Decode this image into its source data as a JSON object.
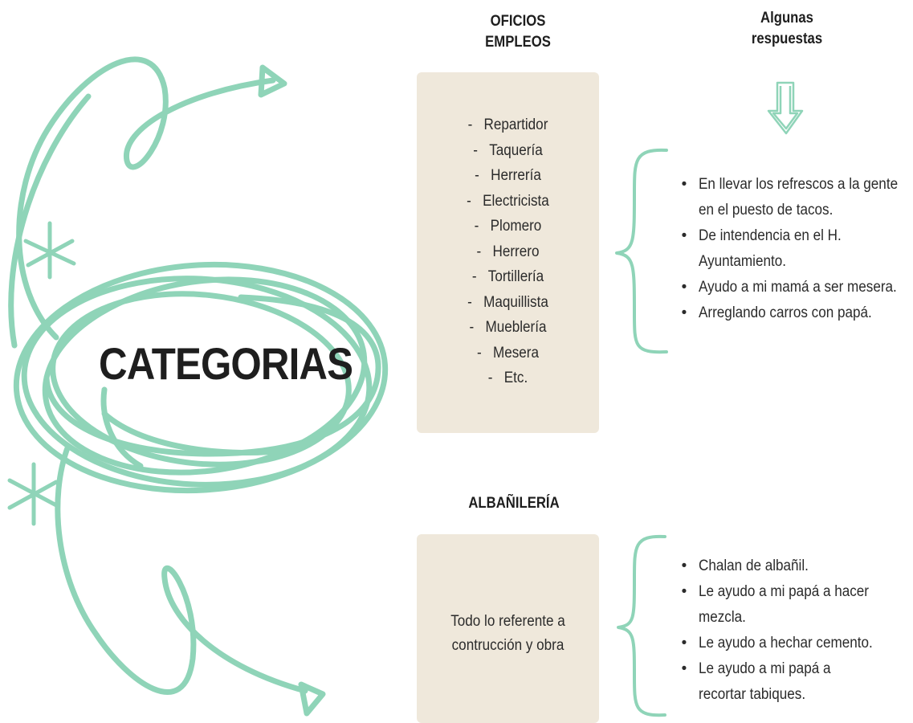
{
  "center_label": "CATEGORIAS",
  "section1": {
    "header_lines": [
      "OFICIOS",
      "EMPLEOS"
    ],
    "items": [
      "Repartidor",
      "Taquería",
      "Herrería",
      "Electricista",
      "Plomero",
      "Herrero",
      "Tortillería",
      "Maquillista",
      "Mueblería",
      "Mesera",
      "Etc."
    ],
    "answers": [
      [
        "En llevar los refrescos a la gente",
        "en el puesto de tacos."
      ],
      [
        "De intendencia en el H.",
        "Ayuntamiento."
      ],
      [
        "Ayudo a mi mamá a ser mesera."
      ],
      [
        "Arreglando carros con papá."
      ]
    ]
  },
  "section2": {
    "header": "ALBAÑILERÍA",
    "description_lines": [
      "Todo lo referente a",
      "contrucción y obra"
    ],
    "answers": [
      [
        "Chalan de albañil."
      ],
      [
        "Le ayudo a mi papá a hacer",
        "mezcla."
      ],
      [
        "Le ayudo a hechar cemento."
      ],
      [
        "Le ayudo a mi papá a",
        "recortar tabiques."
      ]
    ]
  },
  "answers_header_lines": [
    "Algunas",
    "respuestas"
  ],
  "bullet_char": "•",
  "colors": {
    "doodle": "#8fd4b8",
    "panel": "#efe8db",
    "text": "#2b2b2b"
  },
  "icons": [
    "hollow-down-arrow-icon",
    "left-curly-brace-icon",
    "arrow-head-icon",
    "asterisk-icon"
  ]
}
